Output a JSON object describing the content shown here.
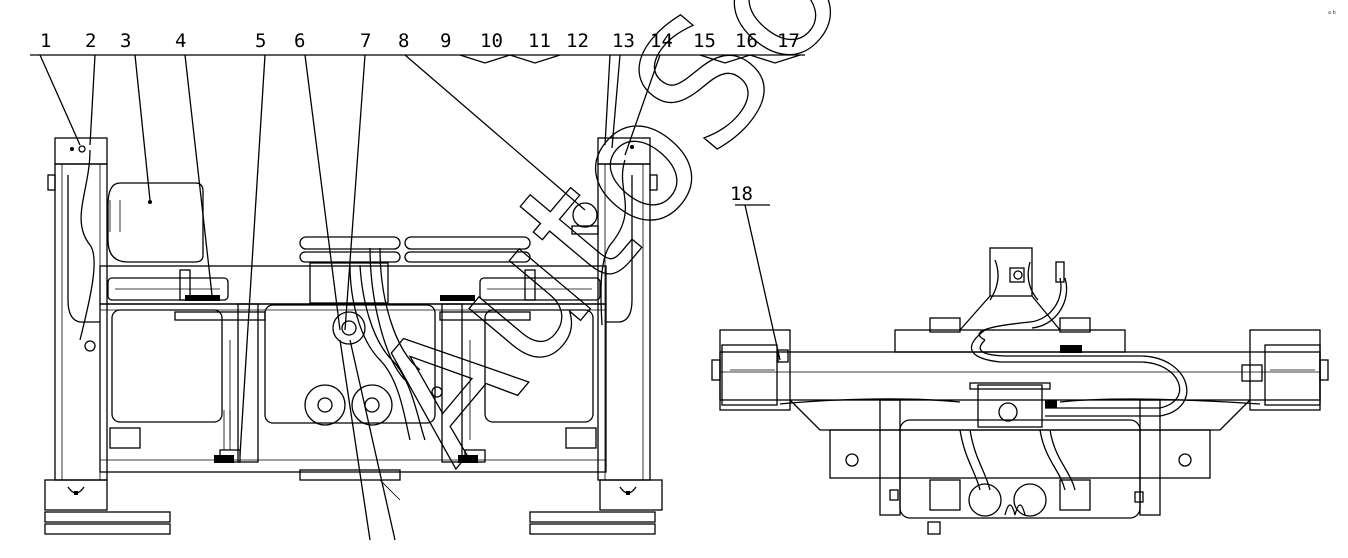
{
  "watermark": {
    "text": "AutoSoft"
  },
  "corner_mark": "a b",
  "callouts": [
    "1",
    "2",
    "3",
    "4",
    "5",
    "6",
    "7",
    "8",
    "9",
    "10",
    "11",
    "12",
    "13",
    "14",
    "15",
    "16",
    "17",
    "18"
  ]
}
